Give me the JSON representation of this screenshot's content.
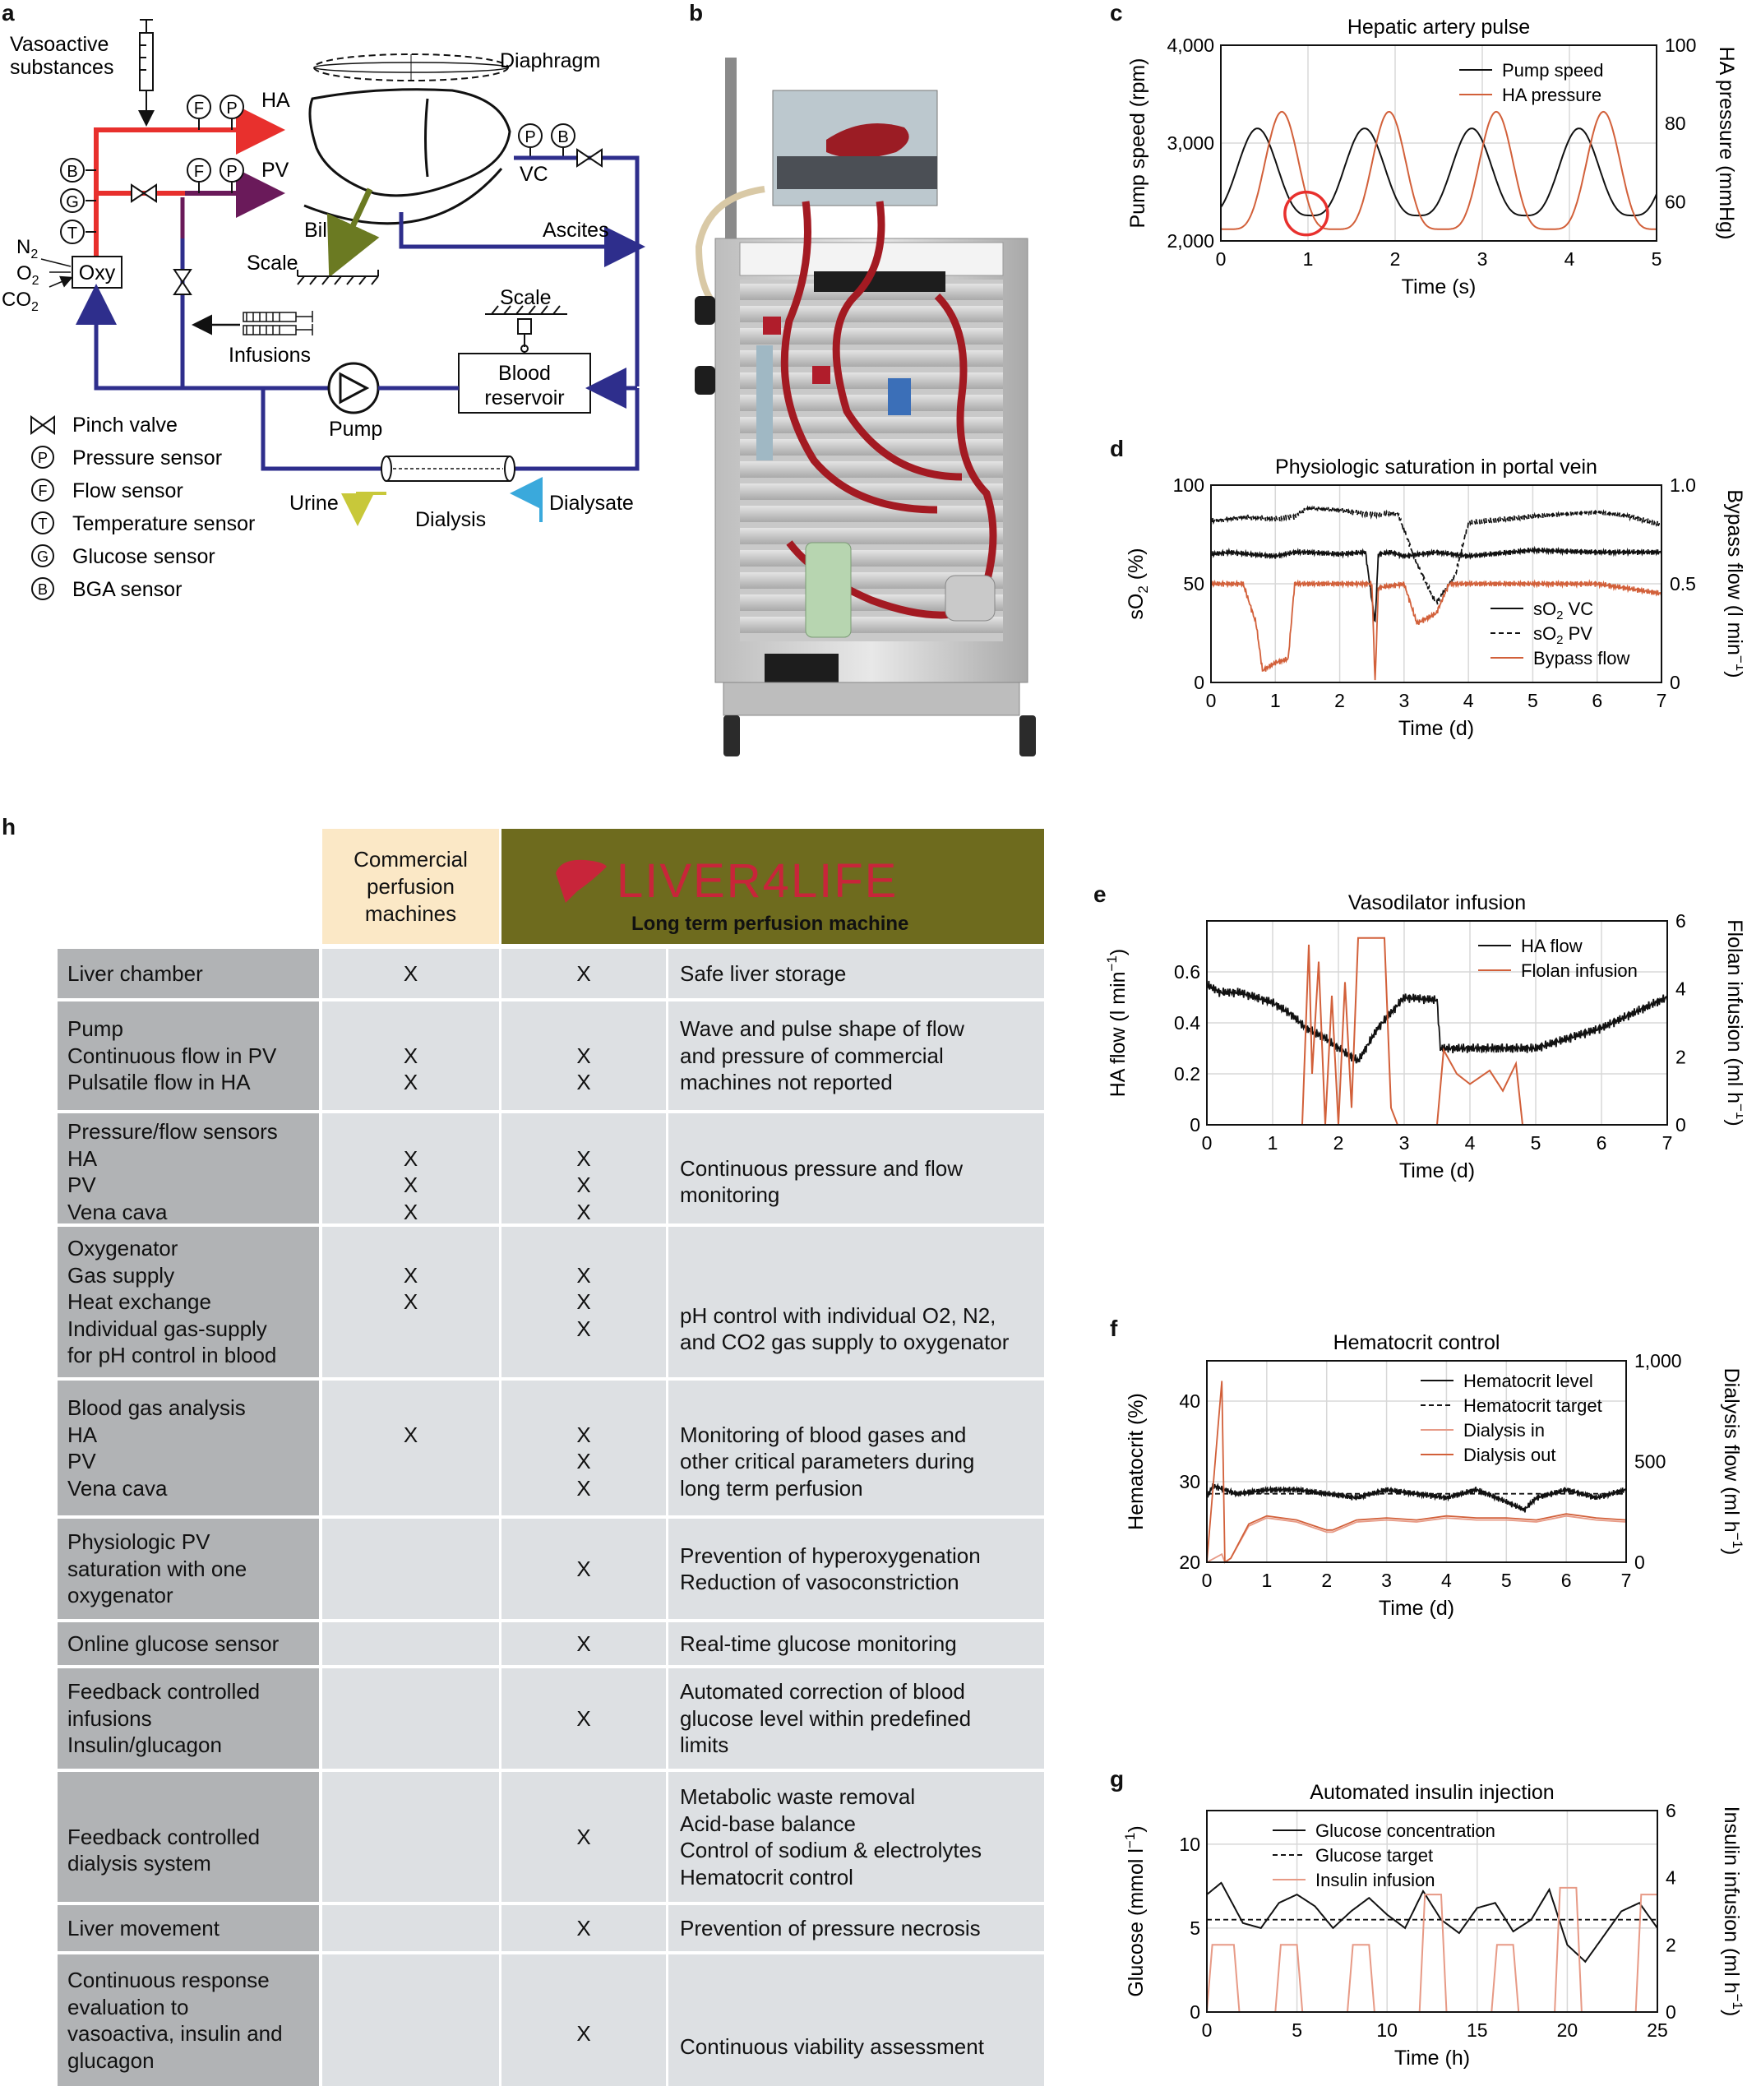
{
  "panel_labels": {
    "a": "a",
    "b": "b",
    "c": "c",
    "d": "d",
    "e": "e",
    "f": "f",
    "g": "g",
    "h": "h"
  },
  "colors": {
    "red": "#e8302d",
    "blue": "#2e2e8c",
    "purple": "#6a1a5a",
    "orange": "#d2603a",
    "green": "#6b7a22",
    "cyan": "#3aa9dc",
    "yellow": "#c8c83a"
  },
  "schematic": {
    "vasoactive": [
      "Vasoactive",
      "substances"
    ],
    "diaphragm": "Diaphragm",
    "ha": "HA",
    "pv": "PV",
    "vc": "VC",
    "bile": "Bile",
    "scale1": "Scale",
    "scale2": "Scale",
    "ascites": "Ascites",
    "gas_n2": "N",
    "gas_o2": "O",
    "gas_co2": "CO",
    "sub2": "2",
    "oxy": "Oxy",
    "infusions": "Infusions",
    "pump": "Pump",
    "blood_reservoir": [
      "Blood",
      "reservoir"
    ],
    "urine": "Urine",
    "dialysis": "Dialysis",
    "dialysate": "Dialysate",
    "sensor_letters": {
      "F": "F",
      "P": "P",
      "B": "B",
      "G": "G",
      "T": "T"
    },
    "legend": [
      {
        "sym": "",
        "text": "Pinch valve"
      },
      {
        "sym": "P",
        "text": "Pressure sensor"
      },
      {
        "sym": "F",
        "text": "Flow sensor"
      },
      {
        "sym": "T",
        "text": "Temperature sensor"
      },
      {
        "sym": "G",
        "text": "Glucose sensor"
      },
      {
        "sym": "B",
        "text": "BGA sensor"
      }
    ]
  },
  "chart_data": [
    {
      "id": "c",
      "type": "line",
      "title": "Hepatic artery pulse",
      "xlabel": "Time (s)",
      "ylabel": "Pump speed (rpm)",
      "y2label": "HA pressure (mmHg)",
      "xlim": [
        0,
        5
      ],
      "ylim": [
        2000,
        4000
      ],
      "y2lim": [
        50,
        100
      ],
      "xticks": [
        0,
        1,
        2,
        3,
        4,
        5
      ],
      "yticks": [
        2000,
        3000,
        4000
      ],
      "yticklabels": [
        "2,000",
        "3,000",
        "4,000"
      ],
      "y2ticks": [
        60,
        80,
        100
      ],
      "legend": [
        "Pump speed",
        "HA pressure"
      ],
      "pump_peaks": {
        "period": 1.23,
        "first_peak": 0.42,
        "min": 2260,
        "max": 3150
      },
      "ha_peaks": {
        "period": 1.23,
        "first_peak": 0.7,
        "min": 53,
        "max": 83
      }
    },
    {
      "id": "d",
      "type": "line",
      "title": "Physiologic saturation in portal vein",
      "xlabel": "Time (d)",
      "ylabel": "sO",
      "ylabel_sub": "2",
      "ylabel_tail": " (%)",
      "y2label": "Bypass flow (l min",
      "y2label_sup": "−1",
      "y2label_tail": ")",
      "xlim": [
        0,
        7
      ],
      "ylim": [
        0,
        100
      ],
      "y2lim": [
        0,
        1
      ],
      "xticks": [
        0,
        1,
        2,
        3,
        4,
        5,
        6,
        7
      ],
      "yticks": [
        0,
        50,
        100
      ],
      "y2ticks": [
        0,
        0.5,
        1.0
      ],
      "y2ticklabels": [
        "0",
        "0.5",
        "1.0"
      ],
      "legend": [
        {
          "t": "sO",
          "s": "2",
          "u": " VC"
        },
        {
          "t": "sO",
          "s": "2",
          "u": " PV"
        },
        {
          "t": "Bypass flow",
          "s": "",
          "u": ""
        }
      ],
      "series": [
        {
          "name": "sO2 VC",
          "x": [
            0,
            0.3,
            0.6,
            1.0,
            1.3,
            1.5,
            2.0,
            2.4,
            2.55,
            2.6,
            2.8,
            3.0,
            3.5,
            4.0,
            5.0,
            6.0,
            7.0
          ],
          "y": [
            65,
            66,
            65,
            64,
            66,
            66,
            65,
            66,
            30,
            65,
            66,
            64,
            66,
            64,
            67,
            66,
            66
          ]
        },
        {
          "name": "sO2 PV",
          "x": [
            0,
            0.5,
            1.0,
            1.3,
            1.5,
            2.0,
            2.5,
            2.9,
            3.2,
            3.5,
            3.8,
            4.0,
            5.0,
            6.0,
            6.5,
            7.0
          ],
          "y": [
            82,
            84,
            83,
            84,
            88,
            87,
            85,
            86,
            60,
            40,
            55,
            81,
            84,
            86,
            84,
            80
          ]
        },
        {
          "name": "Bypass flow",
          "x": [
            0,
            0.5,
            0.7,
            0.8,
            1.0,
            1.2,
            1.3,
            1.5,
            2.0,
            2.5,
            2.55,
            2.6,
            3.0,
            3.2,
            3.5,
            3.7,
            4.0,
            5.0,
            6.0,
            7.0
          ],
          "y": [
            0.5,
            0.5,
            0.3,
            0.06,
            0.1,
            0.12,
            0.5,
            0.5,
            0.5,
            0.5,
            0.0,
            0.48,
            0.5,
            0.3,
            0.35,
            0.5,
            0.5,
            0.5,
            0.5,
            0.45
          ]
        }
      ]
    },
    {
      "id": "e",
      "type": "line",
      "title": "Vasodilator infusion",
      "xlabel": "Time (d)",
      "ylabel": "HA flow (l min",
      "ylabel_sup": "−1",
      "ylabel_tail": ")",
      "y2label": "Flolan infusion (ml h",
      "y2label_sup": "−1",
      "y2label_tail": ")",
      "xlim": [
        0,
        7
      ],
      "ylim": [
        0,
        0.8
      ],
      "y2lim": [
        0,
        6
      ],
      "xticks": [
        0,
        1,
        2,
        3,
        4,
        5,
        6,
        7
      ],
      "yticks": [
        0,
        0.2,
        0.4,
        0.6
      ],
      "y2ticks": [
        0,
        2,
        4,
        6
      ],
      "legend": [
        "HA flow",
        "Flolan infusion"
      ],
      "series": [
        {
          "name": "HA flow",
          "x": [
            0,
            0.2,
            0.5,
            1.0,
            1.3,
            1.5,
            1.8,
            2.0,
            2.3,
            2.6,
            3.0,
            3.5,
            3.55,
            4.0,
            4.5,
            5.0,
            5.5,
            6.0,
            6.5,
            7.0
          ],
          "y": [
            0.55,
            0.52,
            0.52,
            0.48,
            0.43,
            0.38,
            0.34,
            0.3,
            0.25,
            0.38,
            0.5,
            0.49,
            0.3,
            0.3,
            0.3,
            0.3,
            0.34,
            0.38,
            0.44,
            0.5
          ]
        },
        {
          "name": "Flolan infusion",
          "x": [
            1.45,
            1.55,
            1.6,
            1.7,
            1.8,
            1.9,
            2.0,
            2.1,
            2.2,
            2.3,
            2.5,
            2.7,
            2.8,
            2.9,
            3.5,
            3.6,
            3.8,
            4.0,
            4.3,
            4.5,
            4.7,
            4.8
          ],
          "y": [
            0,
            5.3,
            1.5,
            4.8,
            0,
            3.8,
            0,
            4.2,
            0.5,
            5.5,
            5.5,
            5.5,
            0.5,
            0,
            0,
            2.2,
            1.5,
            1.2,
            1.6,
            1.0,
            1.8,
            0
          ]
        }
      ]
    },
    {
      "id": "f",
      "type": "line",
      "title": "Hematocrit control",
      "xlabel": "Time (d)",
      "ylabel": "Hematocrit (%)",
      "y2label": "Dialysis flow (ml h",
      "y2label_sup": "−1",
      "y2label_tail": ")",
      "xlim": [
        0,
        7
      ],
      "ylim": [
        20,
        45
      ],
      "y2lim": [
        0,
        1000
      ],
      "xticks": [
        0,
        1,
        2,
        3,
        4,
        5,
        6,
        7
      ],
      "yticks": [
        20,
        30,
        40
      ],
      "y2ticks": [
        0,
        500,
        1000
      ],
      "y2ticklabels": [
        "0",
        "500",
        "1,000"
      ],
      "legend": [
        "Hematocrit level",
        "Hematocrit target",
        "Dialysis in",
        "Dialysis out"
      ],
      "hematocrit_target": 28.5,
      "series": [
        {
          "name": "Hematocrit level",
          "x": [
            0,
            0.1,
            0.3,
            0.5,
            1.0,
            1.5,
            2.0,
            2.5,
            3.0,
            3.5,
            4.0,
            4.5,
            5.0,
            5.3,
            5.5,
            6.0,
            6.5,
            7.0
          ],
          "y": [
            28,
            29.5,
            29,
            28.5,
            29,
            29,
            28.5,
            28,
            29,
            28.5,
            28,
            29,
            27.5,
            26.5,
            28,
            29,
            28,
            29
          ]
        },
        {
          "name": "Dialysis in",
          "x": [
            0,
            0.25,
            0.3,
            0.4,
            0.7,
            1.0,
            1.5,
            2.0,
            2.1,
            2.5,
            3.0,
            3.5,
            4.0,
            4.5,
            5.0,
            5.5,
            6.0,
            6.5,
            7.0
          ],
          "y": [
            0,
            40,
            0,
            20,
            180,
            220,
            200,
            150,
            150,
            200,
            210,
            200,
            220,
            210,
            210,
            200,
            230,
            210,
            200
          ]
        },
        {
          "name": "Dialysis out",
          "x": [
            0,
            0.25,
            0.3,
            0.4,
            0.7,
            1.0,
            1.5,
            2.0,
            2.1,
            2.5,
            3.0,
            3.5,
            4.0,
            4.5,
            5.0,
            5.5,
            6.0,
            6.5,
            7.0
          ],
          "y": [
            0,
            900,
            0,
            20,
            190,
            230,
            210,
            160,
            160,
            210,
            220,
            210,
            230,
            220,
            220,
            210,
            240,
            220,
            210
          ]
        }
      ]
    },
    {
      "id": "g",
      "type": "line",
      "title": "Automated insulin injection",
      "xlabel": "Time (h)",
      "ylabel": "Glucose (mmol l",
      "ylabel_sup": "−1",
      "ylabel_tail": ")",
      "y2label": "Insulin infusion (ml h",
      "y2label_sup": "−1",
      "y2label_tail": ")",
      "xlim": [
        0,
        25
      ],
      "ylim": [
        0,
        12
      ],
      "y2lim": [
        0,
        6
      ],
      "xticks": [
        0,
        5,
        10,
        15,
        20,
        25
      ],
      "yticks": [
        0,
        5,
        10
      ],
      "y2ticks": [
        0,
        2,
        4,
        6
      ],
      "legend": [
        "Glucose concentration",
        "Glucose target",
        "Insulin infusion"
      ],
      "glucose_target": 5.5,
      "series": [
        {
          "name": "Glucose concentration",
          "x": [
            0,
            0.8,
            2,
            3,
            4,
            5,
            6,
            7,
            8,
            9,
            10,
            11,
            12,
            13,
            14,
            15,
            16,
            17,
            18,
            19,
            20,
            21,
            22,
            23,
            24,
            25
          ],
          "y": [
            7,
            7.7,
            5.3,
            5.0,
            6.5,
            7.0,
            6.3,
            5.0,
            6.0,
            6.8,
            5.8,
            5.0,
            7.2,
            5.5,
            4.7,
            6.2,
            6.5,
            4.8,
            5.5,
            7.3,
            4.0,
            3.0,
            4.5,
            6.0,
            6.5,
            5.0
          ]
        },
        {
          "name": "Insulin infusion",
          "x": [
            0,
            0.3,
            0.6,
            1.5,
            1.8,
            3.8,
            4.1,
            5.0,
            5.3,
            7.8,
            8.1,
            9.0,
            9.3,
            11.8,
            12.1,
            13.0,
            13.3,
            15.8,
            16.1,
            17.0,
            17.3,
            19.3,
            19.6,
            20.5,
            20.8,
            23.8,
            24.1,
            25.0
          ],
          "y": [
            0,
            2,
            2,
            2,
            0,
            0,
            2,
            2,
            0,
            0,
            2,
            2,
            0,
            0,
            3.5,
            3.5,
            0,
            0,
            2,
            2,
            0,
            0,
            3.7,
            3.7,
            0,
            0,
            3.5,
            3.5
          ]
        }
      ]
    }
  ],
  "table": {
    "commercial_header": [
      "Commercial",
      "perfusion",
      "machines"
    ],
    "liver4life_title": "LIVER4LIFE",
    "liver4life_subtitle": "Long term perfusion machine",
    "rows": [
      {
        "feature": [
          "Liver chamber"
        ],
        "commercial": [
          "X"
        ],
        "liver4life": [
          "X"
        ],
        "description": [
          "Safe liver storage"
        ],
        "h": 60
      },
      {
        "feature": [
          "Pump",
          "Continuous flow in PV",
          "Pulsatile flow in HA"
        ],
        "commercial": [
          "",
          "X",
          "X"
        ],
        "liver4life": [
          "",
          "X",
          "X"
        ],
        "description": [
          "Wave and pulse shape of flow",
          "and pressure of commercial",
          "machines not reported"
        ],
        "h": 132
      },
      {
        "feature": [
          "Pressure/flow sensors",
          "HA",
          "PV",
          "Vena cava"
        ],
        "commercial": [
          "",
          "X",
          "X",
          "X"
        ],
        "liver4life": [
          "",
          "X",
          "X",
          "X"
        ],
        "description": [
          "",
          "Continuous pressure and flow",
          "monitoring"
        ],
        "h": 134
      },
      {
        "feature": [
          "Oxygenator",
          "Gas supply",
          "Heat exchange",
          "Individual gas-supply",
          "for pH control in blood"
        ],
        "commercial": [
          "",
          "X",
          "X"
        ],
        "liver4life": [
          "",
          "X",
          "X",
          "X"
        ],
        "description": [
          "",
          "",
          "pH control with individual O2, N2,",
          "and CO2 gas supply to oxygenator"
        ],
        "h": 183
      },
      {
        "feature": [
          "Blood gas analysis",
          "HA",
          "PV",
          "Vena cava"
        ],
        "commercial": [
          "",
          "X"
        ],
        "liver4life": [
          "",
          "X",
          "X",
          "X"
        ],
        "description": [
          "",
          "Monitoring of blood gases and",
          "other critical parameters during",
          "long term perfusion"
        ],
        "h": 164
      },
      {
        "feature": [
          "Physiologic PV",
          "saturation with one",
          "oxygenator"
        ],
        "commercial": [],
        "liver4life": [
          "",
          "X"
        ],
        "description": [
          "Prevention of hyperoxygenation",
          "Reduction of vasoconstriction"
        ],
        "h": 122
      },
      {
        "feature": [
          "Online glucose sensor"
        ],
        "commercial": [],
        "liver4life": [
          "X"
        ],
        "description": [
          "Real-time glucose monitoring"
        ],
        "h": 52
      },
      {
        "feature": [
          "Feedback controlled",
          "infusions",
          "Insulin/glucagon"
        ],
        "commercial": [],
        "liver4life": [
          "",
          "X"
        ],
        "description": [
          "Automated correction of blood",
          "glucose level within predefined",
          "limits"
        ],
        "h": 122
      },
      {
        "feature": [
          "",
          "Feedback controlled",
          "dialysis system"
        ],
        "commercial": [],
        "liver4life": [
          "",
          "X"
        ],
        "description": [
          "Metabolic waste removal",
          "Acid-base balance",
          "Control of sodium & electrolytes",
          "Hematocrit control"
        ],
        "h": 158
      },
      {
        "feature": [
          "Liver movement"
        ],
        "commercial": [],
        "liver4life": [
          "X"
        ],
        "description": [
          "Prevention of pressure necrosis"
        ],
        "h": 56
      },
      {
        "feature": [
          "Continuous response",
          "evaluation to",
          "vasoactiva, insulin and",
          "glucagon"
        ],
        "commercial": [],
        "liver4life": [
          "",
          "",
          "X"
        ],
        "description": [
          "",
          "",
          "Continuous viability assessment"
        ],
        "h": 160
      }
    ]
  }
}
